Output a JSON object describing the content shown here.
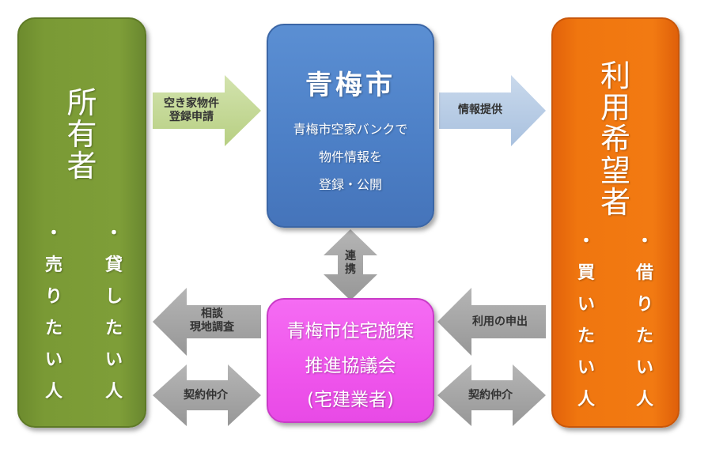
{
  "owner": {
    "title": [
      "所",
      "有",
      "者"
    ],
    "left_col": [
      "・",
      "売",
      "り",
      "た",
      "い",
      "人"
    ],
    "right_col": [
      "・",
      "貸",
      "し",
      "た",
      "い",
      "人"
    ]
  },
  "user": {
    "title": [
      "利",
      "用",
      "希",
      "望",
      "者"
    ],
    "left_col": [
      "・",
      "買",
      "い",
      "た",
      "い",
      "人"
    ],
    "right_col": [
      "・",
      "借",
      "り",
      "た",
      "い",
      "人"
    ]
  },
  "city": {
    "title": "青梅市",
    "lines": [
      "青梅市空家バンクで",
      "物件情報を",
      "登録・公開"
    ]
  },
  "council": {
    "lines": [
      "青梅市住宅施策",
      "推進協議会",
      "(宅建業者)"
    ]
  },
  "arrows": {
    "register": [
      "空き家物件",
      "登録申請"
    ],
    "info": "情報提供",
    "cooperate": [
      "連",
      "携"
    ],
    "consult": [
      "相談",
      "現地調査"
    ],
    "broker_left": "契約仲介",
    "apply": "利用の申出",
    "broker_right": "契約仲介"
  },
  "colors": {
    "owner": "#7a9a35",
    "user": "#f07612",
    "city": "#4c7fc6",
    "council": "#ef55ec",
    "arrow_green": "#c6d99a",
    "arrow_blue": "#b8cce4",
    "arrow_gray": "#a6a6a6"
  }
}
